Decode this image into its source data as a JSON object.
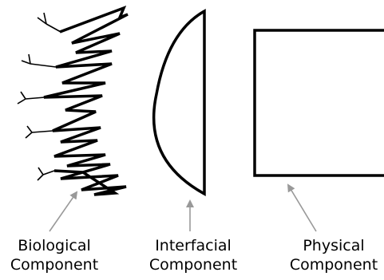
{
  "components": [
    {
      "id": "biological",
      "line1": "Biological",
      "line2": "Component"
    },
    {
      "id": "interfacial",
      "line1": "Interfacial",
      "line2": "Component"
    },
    {
      "id": "physical",
      "line1": "Physical",
      "line2": "Component"
    }
  ],
  "colors": {
    "stroke": "#000000",
    "arrow": "#999999",
    "background": "#ffffff"
  }
}
